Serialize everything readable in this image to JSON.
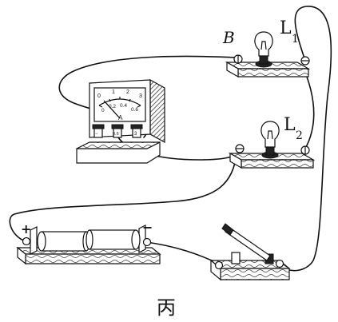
{
  "labels": {
    "point_b": "B",
    "lamp1_letter": "L",
    "lamp1_sub": "1",
    "lamp2_letter": "L",
    "lamp2_sub": "2",
    "plus": "+",
    "minus": "−",
    "caption": "丙"
  },
  "ammeter": {
    "scale_top": [
      "0",
      "1",
      "2",
      "3"
    ],
    "scale_bottom": [
      "0",
      "0.2",
      "0.4",
      "0.6"
    ],
    "unit": "A",
    "terminals": [
      "−",
      "0.6",
      "3"
    ]
  }
}
